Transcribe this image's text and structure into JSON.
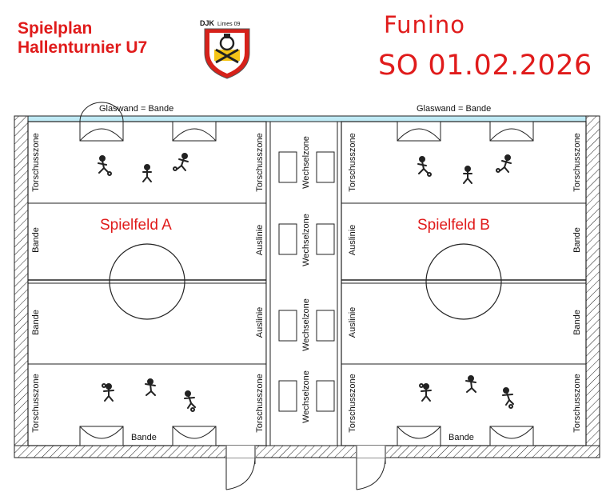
{
  "header": {
    "title_line1": "Spielplan",
    "title_line2": "Hallenturnier U7",
    "mode": "Funino",
    "date": "SO 01.02.2026"
  },
  "logo": {
    "club_name": "DJK Limes 09",
    "primary_color": "#d6211a",
    "secondary_color": "#f5c518"
  },
  "hall": {
    "glass_wall_label_a": "Glaswand = Bande",
    "glass_wall_label_b": "Glaswand = Bande",
    "bottom_label_a": "Bande",
    "bottom_label_b": "Bande",
    "glass_color": "#bfeaf5"
  },
  "fields": {
    "a": {
      "name": "Spielfeld A",
      "left_top": "Torschusszone",
      "left_mid1": "Bande",
      "left_mid2": "Bande",
      "left_bottom": "Torschusszone",
      "right_top": "Torschusszone",
      "right_mid1": "Auslinie",
      "right_mid2": "Auslinie",
      "right_bottom": "Torschusszone"
    },
    "b": {
      "name": "Spielfeld B",
      "left_top": "Torschusszone",
      "left_mid1": "Auslinie",
      "left_mid2": "Auslinie",
      "left_bottom": "Torschusszone",
      "right_top": "Torschusszone",
      "right_mid1": "Bande",
      "right_mid2": "Bande",
      "right_bottom": "Torschusszone"
    }
  },
  "middle": {
    "zones": [
      "Wechselzone",
      "Wechselzone",
      "Wechselzone",
      "Wechselzone"
    ]
  },
  "accent_color": "#e01b1b"
}
